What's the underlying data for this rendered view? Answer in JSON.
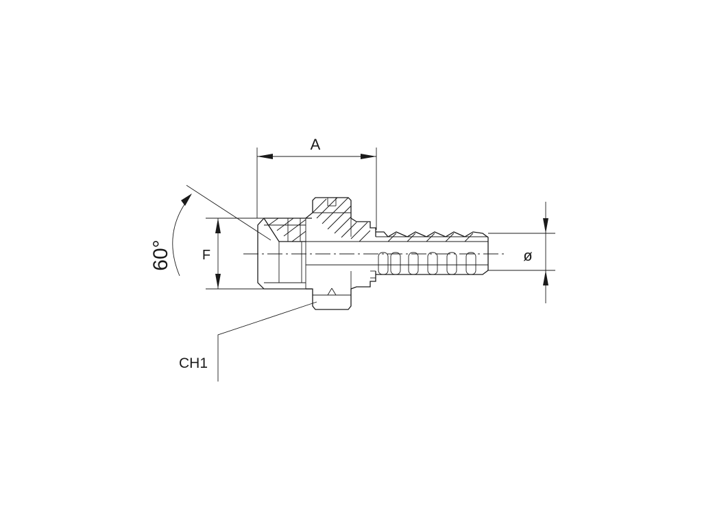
{
  "labels": {
    "dim_a": "A",
    "dim_f": "F",
    "angle": "60°",
    "diameter": "ø",
    "hex": "CH1"
  }
}
